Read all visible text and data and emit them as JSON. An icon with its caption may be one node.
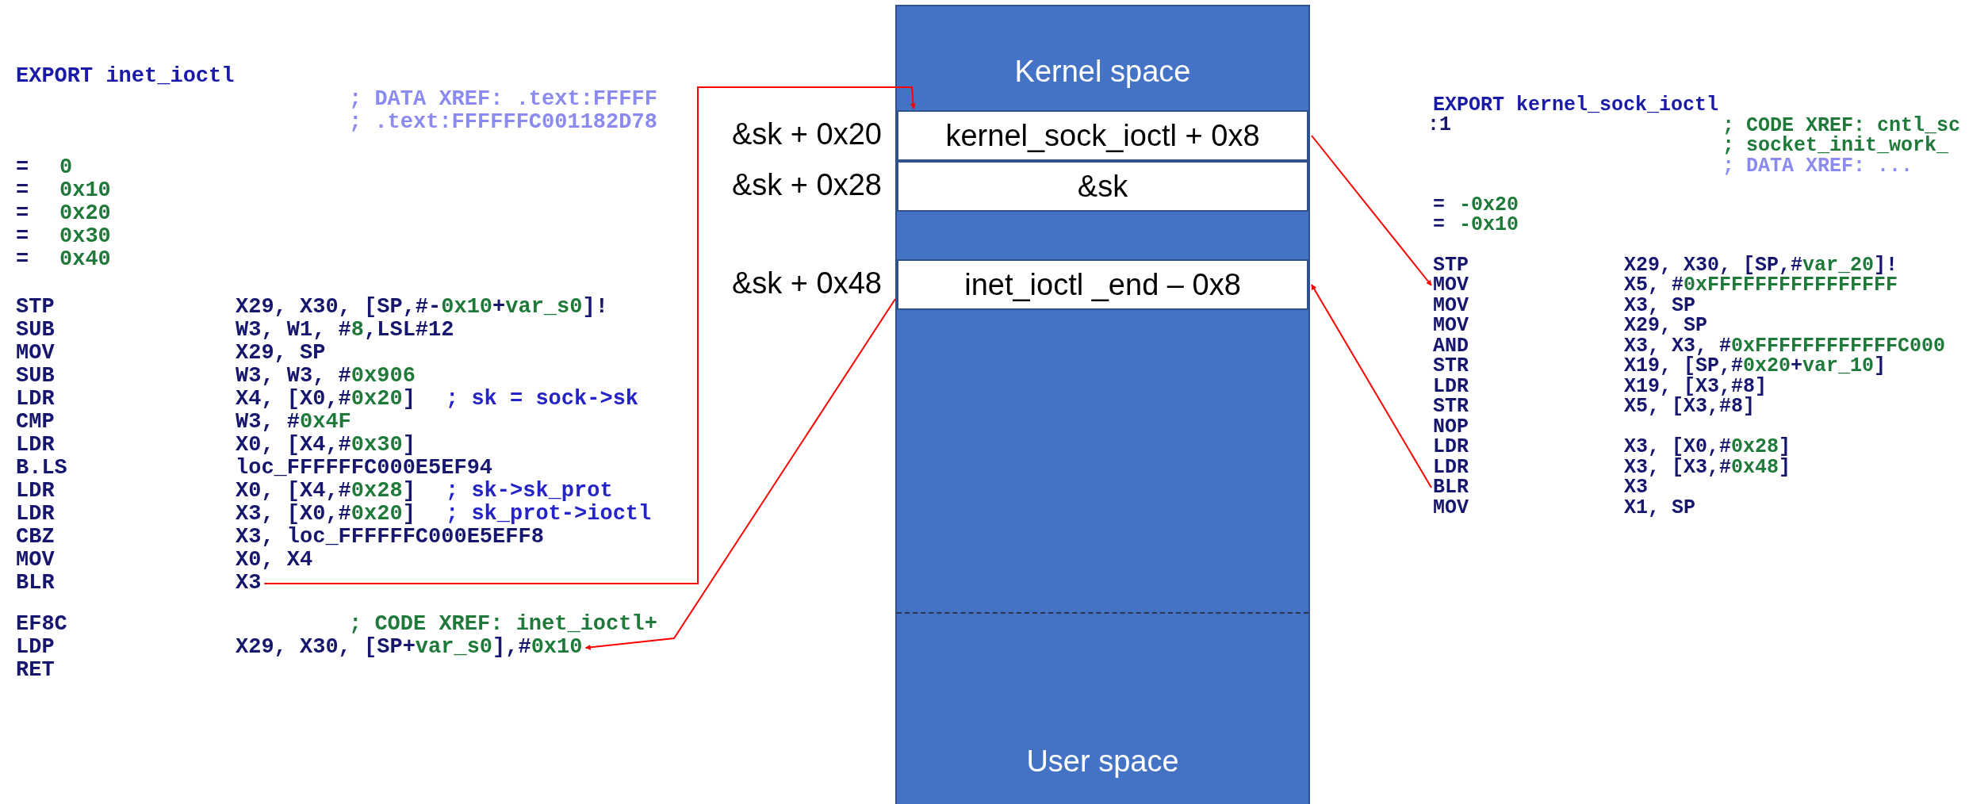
{
  "diagram": {
    "nodes": [
      {
        "text": [
          "Kernel space",
          "User space"
        ]
      },
      {
        "text": [
          "kernel_sock_ioctl + 0x8"
        ],
        "in": 0,
        "beside": [
          "&sk + 0x20"
        ]
      },
      {
        "text": [
          "&sk"
        ],
        "in": 0,
        "beside": [
          "&sk + 0x28"
        ]
      },
      {
        "text": [
          "inet_ioctl _end – 0x8"
        ],
        "in": 0,
        "beside": [
          "&sk + 0x48"
        ]
      },
      {
        "text": [
          "BLR",
          "X3"
        ]
      },
      {
        "text": [
          "LDP",
          "X29, X30, [SP+var_s0],#0x10"
        ]
      },
      {
        "text": [
          "MOV",
          "X5, #0xFFFFFFFFFFFFFFFF"
        ]
      },
      {
        "text": [
          "BLR",
          "X3"
        ]
      }
    ],
    "edges": [
      {
        "from": 4,
        "to": 1,
        "arrow": "to"
      },
      {
        "from": 1,
        "to": 6,
        "arrow": "to"
      },
      {
        "from": 7,
        "to": 3,
        "arrow": "to"
      },
      {
        "from": 3,
        "to": 5,
        "arrow": "to"
      }
    ],
    "labels": [
      "EXPORT inet_ioctl",
      "; DATA XREF: .text:FFFFF",
      "; .text:FFFFFFC001182D78",
      "=",
      "0",
      "=",
      "0x10",
      "=",
      "0x20",
      "=",
      "0x30",
      "=",
      "0x40",
      "STP",
      "X29, X30, [SP,#-0x10+var_s0]!",
      "SUB",
      "W3, W1, #8,LSL#12",
      "MOV",
      "X29, SP",
      "SUB",
      "W3, W3, #0x906",
      "LDR",
      "X4, [X0,#0x20]",
      "; sk = sock->sk",
      "CMP",
      "W3, #0x4F",
      "LDR",
      "X0, [X4,#0x30]",
      "B.LS",
      "loc_FFFFFFC000E5EF94",
      "LDR",
      "X0, [X4,#0x28]",
      "; sk->sk_prot",
      "LDR",
      "X3, [X0,#0x20]",
      "; sk_prot->ioctl",
      "CBZ",
      "X3, loc_FFFFFFC000E5EFF8",
      "MOV",
      "X0, X4",
      "EF8C",
      "; CODE XREF: inet_ioctl+",
      "RET",
      "EXPORT kernel_sock_ioctl",
      ":1",
      "; CODE XREF: cntl_sc",
      "; socket_init_work_",
      "; DATA XREF: ...",
      "=",
      "-0x20",
      "=",
      "-0x10",
      "STP",
      "X29, X30, [SP,#var_20]!",
      "MOV",
      "X3, SP",
      "MOV",
      "X29, SP",
      "AND",
      "X3, X3, #0xFFFFFFFFFFFFC000",
      "STR",
      "X19, [SP,#0x20+var_10]",
      "LDR",
      "X19, [X3,#8]",
      "STR",
      "X5, [X3,#8]",
      "NOP",
      "LDR",
      "X3, [X0,#0x28]",
      "LDR",
      "X3, [X3,#0x48]",
      "MOV",
      "X1, SP"
    ]
  }
}
